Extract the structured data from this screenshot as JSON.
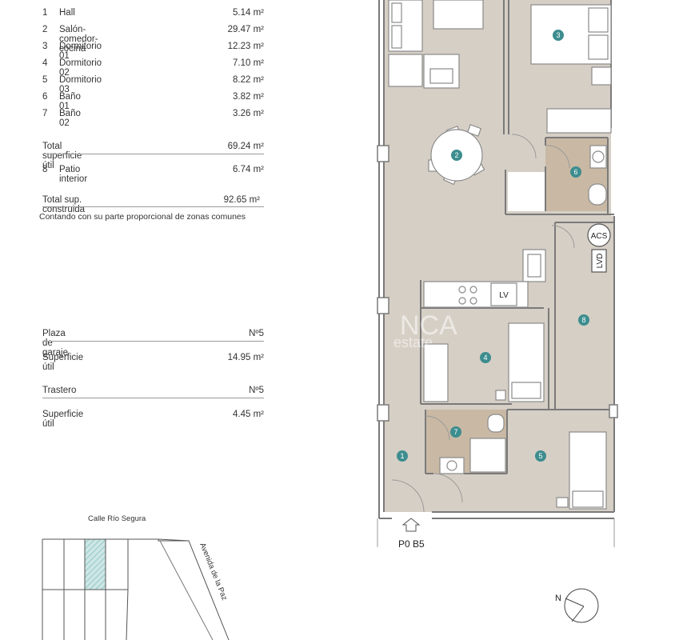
{
  "rooms": [
    {
      "num": "1",
      "name": "Hall",
      "area": "5.14 m²"
    },
    {
      "num": "2",
      "name": "Salón-comedor-cocina",
      "area": "29.47 m²"
    },
    {
      "num": "3",
      "name": "Dormitorio 01",
      "area": "12.23 m²"
    },
    {
      "num": "4",
      "name": "Dormitorio 02",
      "area": "7.10 m²"
    },
    {
      "num": "5",
      "name": "Dormitorio 03",
      "area": "8.22 m²"
    },
    {
      "num": "6",
      "name": "Baño 01",
      "area": "3.82 m²"
    },
    {
      "num": "7",
      "name": "Baño 02",
      "area": "3.26 m²"
    }
  ],
  "total_util": {
    "label": "Total superficie útil",
    "area": "69.24 m²"
  },
  "patio": {
    "num": "8",
    "name": "Patio interior",
    "area": "6.74 m²"
  },
  "total_construida": {
    "label": "Total sup. construida",
    "area": "92.65 m²"
  },
  "note": "Contando con su parte proporcional de zonas comunes",
  "garage": {
    "label": "Plaza de garaje",
    "number": "Nº5",
    "surface_label": "Superficie útil",
    "surface": "14.95 m²"
  },
  "storage": {
    "label": "Trastero",
    "number": "Nº5",
    "surface_label": "Superficie útil",
    "surface": "4.45 m²"
  },
  "plan": {
    "unit_label": "P0 B5",
    "fixture_labels": {
      "acs": "ACS",
      "lvd": "LVD",
      "lv": "LV"
    },
    "watermark": {
      "line1": "NCA",
      "line2": "estate"
    }
  },
  "site_plan": {
    "street_top": "Calle Río Segura",
    "street_side": "Avenida de la Paz",
    "north_label": "N"
  },
  "colors": {
    "floor": "#d6cfc5",
    "bath": "#c9b9a4",
    "marker": "#3d8d8f",
    "hatch": "#7fc0c0",
    "wall": "#7a7a7a"
  }
}
